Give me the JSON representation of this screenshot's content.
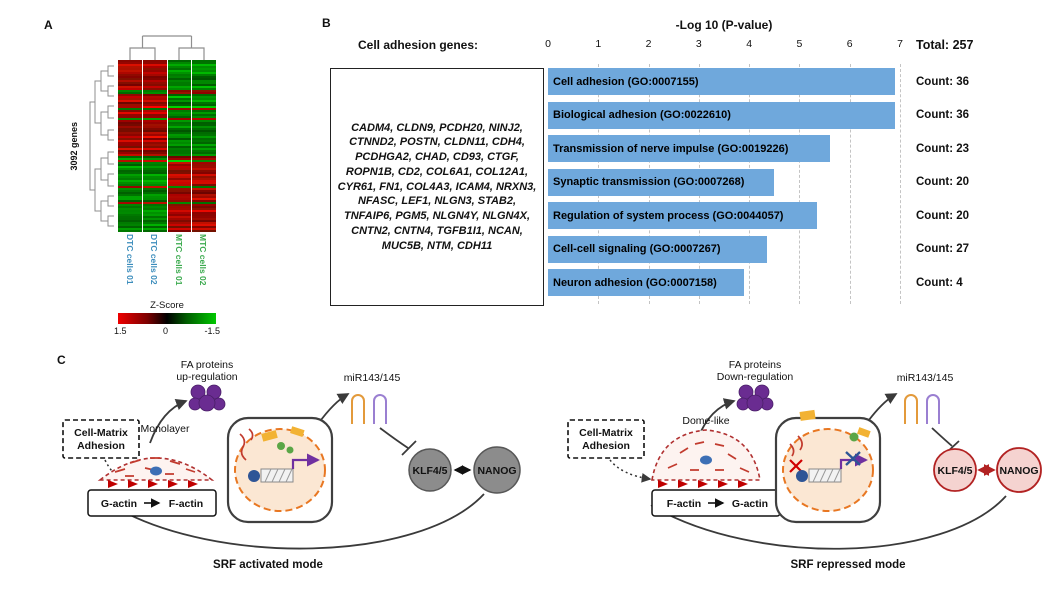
{
  "panelA": {
    "label": "A",
    "genes_label": "3092 genes",
    "samples": [
      {
        "name": "DTC cells 01",
        "color": "#3C8DBC"
      },
      {
        "name": "DTC cells 02",
        "color": "#3C8DBC"
      },
      {
        "name": "MTC cells 01",
        "color": "#3BAA4E"
      },
      {
        "name": "MTC cells 02",
        "color": "#3BAA4E"
      }
    ],
    "zscore_label": "Z-Score",
    "scale": {
      "left": "1.5",
      "mid": "0",
      "right": "-1.5"
    }
  },
  "panelB": {
    "label": "B",
    "title": "-Log 10 (P-value)",
    "genes_title": "Cell adhesion genes:",
    "total": "Total: 257",
    "gene_list": "CADM4, CLDN9, PCDH20, NINJ2, CTNND2, POSTN, CLDN11, CDH4, PCDHGA2, CHAD, CD93, CTGF, ROPN1B, CD2, COL6A1, COL12A1, CYR61, FN1, COL4A3, ICAM4, NRXN3, NFASC, LEF1, NLGN3, STAB2, TNFAIP6, PGM5, NLGN4Y, NLGN4X, CNTN2, CNTN4, TGFB1I1, NCAN, MUC5B, NTM, CDH11"
  },
  "chart_data": [
    {
      "type": "heatmap",
      "rows_label": "3092 genes",
      "n_rows": 3092,
      "columns": [
        "DTC cells 01",
        "DTC cells 02",
        "MTC cells 01",
        "MTC cells 02"
      ],
      "top_cluster_fraction": 0.56,
      "pattern": [
        {
          "cluster": "top",
          "DTC": "high",
          "MTC": "low"
        },
        {
          "cluster": "bottom",
          "DTC": "low",
          "MTC": "high"
        }
      ],
      "colorscale": {
        "title": "Z-Score",
        "positive": "#ff0000",
        "zero": "#000000",
        "negative": "#00c800",
        "ticks": [
          "1.5",
          "0",
          "-1.5"
        ]
      }
    },
    {
      "type": "bar",
      "orientation": "horizontal",
      "title": "-Log 10 (P-value)",
      "xlim": [
        0,
        7
      ],
      "x_ticks": [
        0,
        1,
        2,
        3,
        4,
        5,
        6,
        7
      ],
      "categories": [
        "Cell adhesion (GO:0007155)",
        "Biological adhesion (GO:0022610)",
        "Transmission of nerve impulse (GO:0019226)",
        "Synaptic transmission (GO:0007268)",
        "Regulation of system process (GO:0044057)",
        "Cell-cell signaling (GO:0007267)",
        "Neuron adhesion (GO:0007158)"
      ],
      "values": [
        6.9,
        6.9,
        5.6,
        4.5,
        5.35,
        4.35,
        3.9
      ],
      "counts": [
        36,
        36,
        23,
        20,
        20,
        27,
        4
      ],
      "count_prefix": "Count: ",
      "total": 257,
      "bar_color": "#6FA8DC",
      "grid": "dashed-vertical"
    }
  ],
  "panelC": {
    "label": "C",
    "colors": {
      "fa_proteins": "#6A2C91",
      "mir_hairpin_1": "#E39A3B",
      "mir_hairpin_2": "#9A7FD1",
      "active_tf_fill": "#8C8C8C",
      "repressed_tf_stroke": "#B22222",
      "nucleus_envelope": "#E87722",
      "actin_red": "#C23B2E"
    },
    "left": {
      "fa_line1": "FA proteins",
      "fa_line2": "up-regulation",
      "mir": "miR143/145",
      "adhesion_line1": "Cell-Matrix",
      "adhesion_line2": "Adhesion",
      "morphology": "Monolayer",
      "actin_from": "G-actin",
      "actin_to": "F-actin",
      "tf1": "KLF4/5",
      "tf2": "NANOG",
      "mode": "SRF activated mode"
    },
    "right": {
      "fa_line1": "FA proteins",
      "fa_line2": "Down-regulation",
      "mir": "miR143/145",
      "adhesion_line1": "Cell-Matrix",
      "adhesion_line2": "Adhesion",
      "morphology": "Dome-like",
      "actin_from": "F-actin",
      "actin_to": "G-actin",
      "tf1": "KLF4/5",
      "tf2": "NANOG",
      "mode": "SRF repressed mode"
    }
  }
}
